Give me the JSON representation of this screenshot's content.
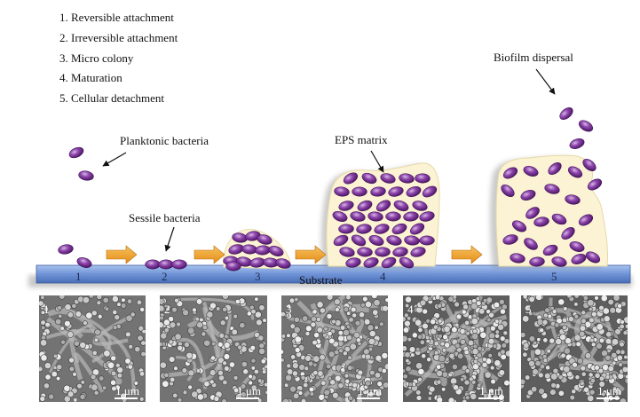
{
  "legend": [
    "1. Reversible attachment",
    "2. Irreversible attachment",
    "3. Micro colony",
    "4. Maturation",
    "5. Cellular detachment"
  ],
  "labels": {
    "planktonic": "Planktonic bacteria",
    "sessile": "Sessile bacteria",
    "eps": "EPS matrix",
    "dispersal": "Biofilm dispersal",
    "substrate": "Substrate"
  },
  "stage_numbers": [
    "1",
    "2",
    "3",
    "4",
    "5"
  ],
  "sem_panels": [
    {
      "label": "1",
      "scale": "1 μm",
      "density": 0.22
    },
    {
      "label": "2",
      "scale": "1 μm",
      "density": 0.38
    },
    {
      "label": "3",
      "scale": "1 μm",
      "density": 0.6
    },
    {
      "label": "4",
      "scale": "1 μm",
      "density": 0.85
    },
    {
      "label": "5",
      "scale": "1 μm",
      "density": 0.7
    }
  ],
  "colors": {
    "bacteria": "#8a3fa6",
    "bacteria_light": "#b98ad0",
    "eps_matrix": "#fbf3d3",
    "substrate": "#6f93d6",
    "arrow": "#f2a52a",
    "sem_background": "#6f6f6f"
  }
}
